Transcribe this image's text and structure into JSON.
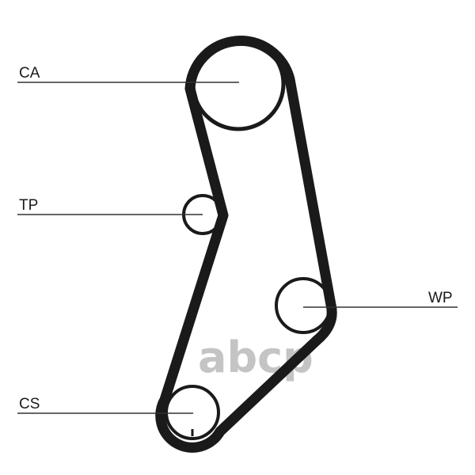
{
  "labels": {
    "ca": "CA",
    "tp": "TP",
    "wp": "WP",
    "cs": "CS"
  },
  "watermark": "abcp",
  "colors": {
    "belt": "#1a1a1a",
    "watermark": "#c4c4c4"
  }
}
